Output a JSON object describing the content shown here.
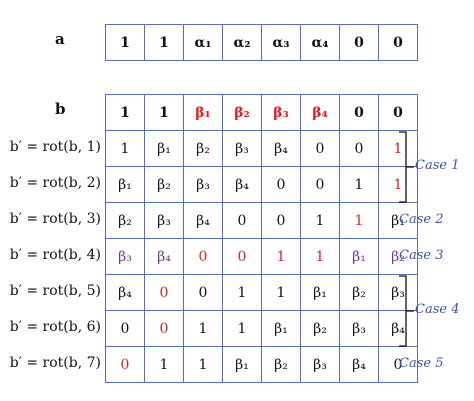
{
  "row_a": {
    "label": "a",
    "cells": [
      {
        "text": "1",
        "color": "black"
      },
      {
        "text": "1",
        "color": "black"
      },
      {
        "text": "α₁",
        "color": "black"
      },
      {
        "text": "α₂",
        "color": "black"
      },
      {
        "text": "α₃",
        "color": "black"
      },
      {
        "text": "α₄",
        "color": "black"
      },
      {
        "text": "0",
        "color": "black"
      },
      {
        "text": "0",
        "color": "black"
      }
    ]
  },
  "row_b": {
    "label": "b",
    "cells": [
      {
        "text": "1",
        "color": "black"
      },
      {
        "text": "1",
        "color": "black"
      },
      {
        "text": "β₁",
        "color": "red"
      },
      {
        "text": "β₂",
        "color": "red"
      },
      {
        "text": "β₃",
        "color": "red"
      },
      {
        "text": "β₄",
        "color": "red"
      },
      {
        "text": "0",
        "color": "black"
      },
      {
        "text": "0",
        "color": "black"
      }
    ]
  },
  "rotations": [
    {
      "label": "b′ = rot(b, 1)",
      "cells": [
        {
          "text": "1",
          "color": "black"
        },
        {
          "text": "β₁",
          "color": "black"
        },
        {
          "text": "β₂",
          "color": "black"
        },
        {
          "text": "β₃",
          "color": "black"
        },
        {
          "text": "β₄",
          "color": "black"
        },
        {
          "text": "0",
          "color": "black"
        },
        {
          "text": "0",
          "color": "black"
        },
        {
          "text": "1",
          "color": "red"
        }
      ]
    },
    {
      "label": "b′ = rot(b, 2)",
      "cells": [
        {
          "text": "β₁",
          "color": "black"
        },
        {
          "text": "β₂",
          "color": "black"
        },
        {
          "text": "β₃",
          "color": "black"
        },
        {
          "text": "β₄",
          "color": "black"
        },
        {
          "text": "0",
          "color": "black"
        },
        {
          "text": "0",
          "color": "black"
        },
        {
          "text": "1",
          "color": "black"
        },
        {
          "text": "1",
          "color": "red"
        }
      ]
    },
    {
      "label": "b′ = rot(b, 3)",
      "cells": [
        {
          "text": "β₂",
          "color": "black"
        },
        {
          "text": "β₃",
          "color": "black"
        },
        {
          "text": "β₄",
          "color": "black"
        },
        {
          "text": "0",
          "color": "black"
        },
        {
          "text": "0",
          "color": "black"
        },
        {
          "text": "1",
          "color": "black"
        },
        {
          "text": "1",
          "color": "red"
        },
        {
          "text": "β₁",
          "color": "black"
        }
      ]
    },
    {
      "label": "b′ = rot(b, 4)",
      "cells": [
        {
          "text": "β₃",
          "color": "purple"
        },
        {
          "text": "β₄",
          "color": "purple"
        },
        {
          "text": "0",
          "color": "red"
        },
        {
          "text": "0",
          "color": "red"
        },
        {
          "text": "1",
          "color": "red"
        },
        {
          "text": "1",
          "color": "red"
        },
        {
          "text": "β₁",
          "color": "purple"
        },
        {
          "text": "β₂",
          "color": "purple"
        }
      ]
    },
    {
      "label": "b′ = rot(b, 5)",
      "cells": [
        {
          "text": "β₄",
          "color": "black"
        },
        {
          "text": "0",
          "color": "red"
        },
        {
          "text": "0",
          "color": "black"
        },
        {
          "text": "1",
          "color": "black"
        },
        {
          "text": "1",
          "color": "black"
        },
        {
          "text": "β₁",
          "color": "black"
        },
        {
          "text": "β₂",
          "color": "black"
        },
        {
          "text": "β₃",
          "color": "black"
        }
      ]
    },
    {
      "label": "b′ = rot(b, 6)",
      "cells": [
        {
          "text": "0",
          "color": "black"
        },
        {
          "text": "0",
          "color": "red"
        },
        {
          "text": "1",
          "color": "black"
        },
        {
          "text": "1",
          "color": "black"
        },
        {
          "text": "β₁",
          "color": "black"
        },
        {
          "text": "β₂",
          "color": "black"
        },
        {
          "text": "β₃",
          "color": "black"
        },
        {
          "text": "β₄",
          "color": "black"
        }
      ]
    },
    {
      "label": "b′ = rot(b, 7)",
      "cells": [
        {
          "text": "0",
          "color": "red"
        },
        {
          "text": "1",
          "color": "black"
        },
        {
          "text": "1",
          "color": "black"
        },
        {
          "text": "β₁",
          "color": "black"
        },
        {
          "text": "β₂",
          "color": "black"
        },
        {
          "text": "β₃",
          "color": "black"
        },
        {
          "text": "β₄",
          "color": "black"
        },
        {
          "text": "0",
          "color": "black"
        }
      ]
    }
  ],
  "cases": {
    "case1": "Case 1",
    "case2": "Case 2",
    "case3": "Case 3",
    "case4": "Case 4",
    "case5": "Case 5"
  },
  "colors": {
    "grid": "#5a6fb5",
    "red": "#e02020",
    "purple": "#7a2fa0",
    "case_label": "#3b55a8"
  }
}
